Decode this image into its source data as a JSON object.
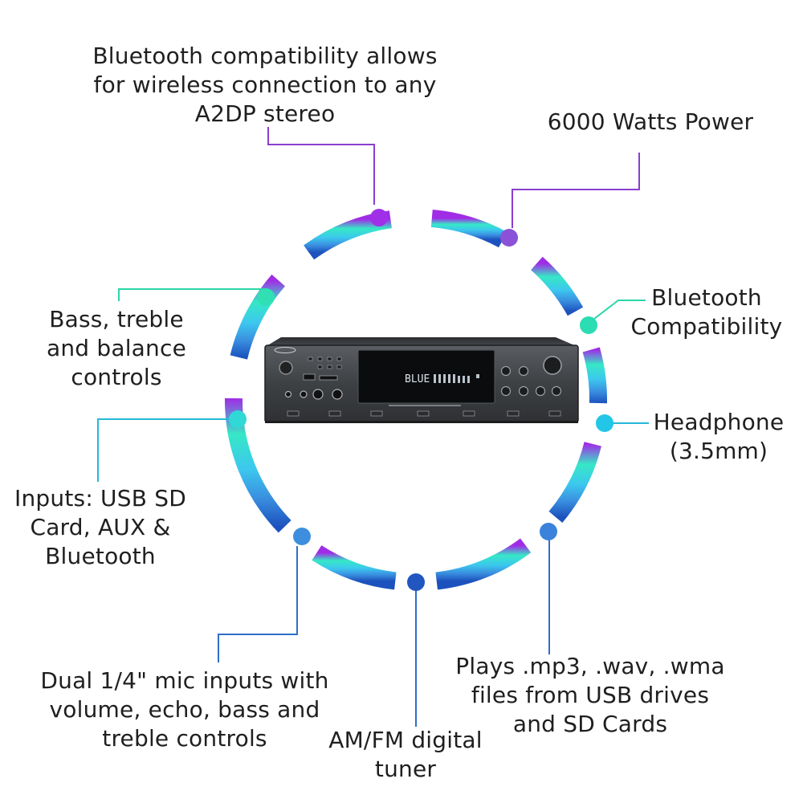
{
  "features": {
    "bluetooth_a2dp": [
      "Bluetooth compatibility allows",
      "for wireless connection to any",
      "A2DP stereo"
    ],
    "power": [
      "6000 Watts Power"
    ],
    "bluetooth_compat": [
      "Bluetooth",
      "Compatibility"
    ],
    "headphone": [
      "Headphone",
      "(3.5mm)"
    ],
    "playback": [
      "Plays .mp3, .wav, .wma",
      "files from USB drives",
      "and SD Cards"
    ],
    "tuner": [
      "AM/FM digital",
      "tuner"
    ],
    "mic_inputs": [
      "Dual 1/4\" mic inputs with",
      "volume, echo, bass and",
      "treble controls"
    ],
    "inputs": [
      "Inputs: USB SD",
      "Card, AUX &",
      "Bluetooth"
    ],
    "tone_controls": [
      "Bass, treble",
      "and balance",
      "controls"
    ]
  },
  "device": {
    "display_text": "BLUE"
  },
  "colors": {
    "ring_top": "#a030e8",
    "ring_mid": "#4ed8c8",
    "ring_right": "#34a8ef",
    "ring_bottom": "#1e5dc4",
    "leader_purple": "#8a3fd0",
    "leader_teal": "#2cd6a8",
    "leader_cyan": "#25b9d8",
    "leader_blue": "#2f6fc8"
  }
}
